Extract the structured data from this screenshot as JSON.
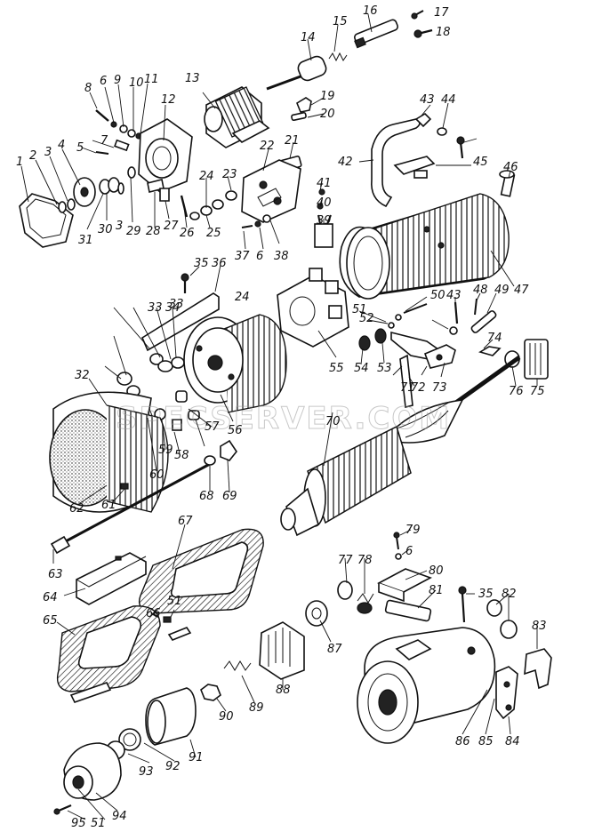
{
  "watermark": "SPECSERVER.COM",
  "part_numbers": [
    "1",
    "2",
    "3",
    "4",
    "5",
    "6",
    "7",
    "8",
    "9",
    "10",
    "11",
    "12",
    "13",
    "14",
    "15",
    "16",
    "17",
    "18",
    "19",
    "20",
    "21",
    "22",
    "23",
    "24",
    "25",
    "26",
    "27",
    "28",
    "29",
    "30",
    "31",
    "32",
    "33",
    "34",
    "35",
    "36",
    "37",
    "38",
    "39",
    "40",
    "41",
    "42",
    "43",
    "44",
    "45",
    "46",
    "47",
    "48",
    "49",
    "50",
    "51",
    "52",
    "53",
    "54",
    "55",
    "56",
    "57",
    "58",
    "59",
    "60",
    "61",
    "62",
    "63",
    "64",
    "65",
    "66",
    "67",
    "68",
    "69",
    "70",
    "71",
    "72",
    "73",
    "74",
    "75",
    "76",
    "77",
    "78",
    "79",
    "80",
    "81",
    "82",
    "83",
    "84",
    "85",
    "86",
    "87",
    "88",
    "89",
    "90",
    "91",
    "92",
    "93",
    "94",
    "95"
  ]
}
